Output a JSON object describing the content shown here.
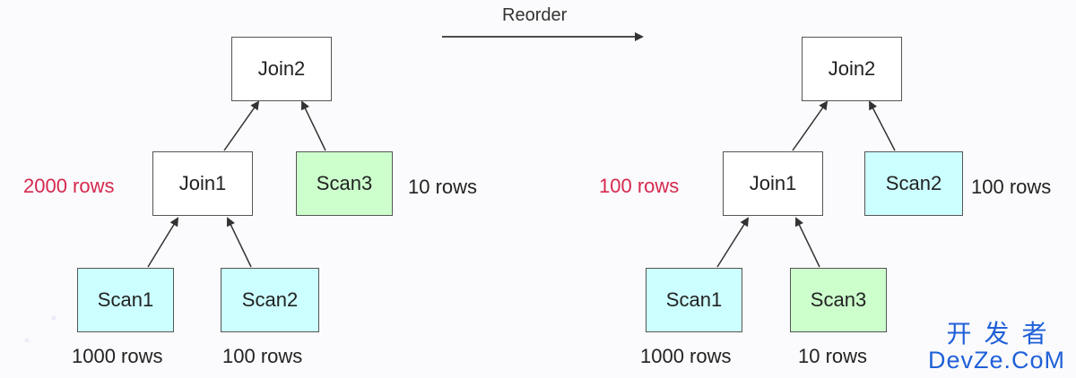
{
  "reorder": {
    "label": "Reorder"
  },
  "left_tree": {
    "join2": "Join2",
    "join1": "Join1",
    "join1_rows": "2000 rows",
    "scan3": "Scan3",
    "scan3_rows": "10 rows",
    "scan1": "Scan1",
    "scan1_rows": "1000 rows",
    "scan2": "Scan2",
    "scan2_rows": "100 rows"
  },
  "right_tree": {
    "join2": "Join2",
    "join1": "Join1",
    "join1_rows": "100 rows",
    "scan2": "Scan2",
    "scan2_rows": "100 rows",
    "scan1": "Scan1",
    "scan1_rows": "1000 rows",
    "scan3": "Scan3",
    "scan3_rows": "10 rows"
  },
  "watermark": {
    "cn": "开发者",
    "en": "DevZe.CoM"
  },
  "colors": {
    "highlight_rows": "#d6284e",
    "scan_blue": "#ccffff",
    "scan_green": "#ccffcc",
    "watermark": "#2060d8"
  }
}
